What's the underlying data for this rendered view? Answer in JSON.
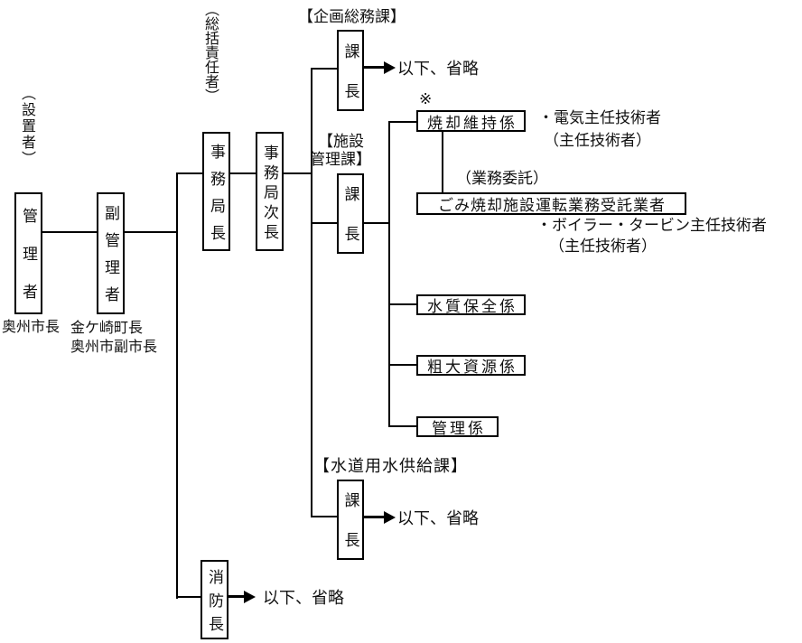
{
  "colors": {
    "background": "#ffffff",
    "line": "#000000",
    "text": "#111111"
  },
  "chart": {
    "installer_label": "（設置者）",
    "manager": {
      "title": "管理者",
      "holder": "奥州市長"
    },
    "deputy_manager": {
      "title": "副管理者",
      "holder1": "金ケ崎町長",
      "holder2": "奥州市副市長"
    },
    "overall_label": "（総括責任者）",
    "secretary_general": "事務局長",
    "deputy_secretary_general": "事務局次長",
    "fire_chief": {
      "title": "消防長",
      "omitted": "以下、省略"
    },
    "planning_section": {
      "heading": "【企画総務課】",
      "chief": "課長",
      "omitted": "以下、省略"
    },
    "facility_section": {
      "heading_line1": "【施設",
      "heading_line2": "管理課】",
      "chief": "課長"
    },
    "water_section": {
      "heading": "【水道用水供給課】",
      "chief": "課長",
      "omitted": "以下、省略"
    },
    "units": {
      "incineration": {
        "mark": "※",
        "name": "焼却維持係",
        "note1": "・電気主任技術者",
        "note2": "（主任技術者）"
      },
      "contractor": {
        "label": "（業務委託）",
        "name": "ごみ焼却施設運転業務受託業者",
        "note1": "・ボイラー・タービン主任技術者",
        "note2": "（主任技術者）"
      },
      "water_quality": "水質保全係",
      "bulky_resource": "粗大資源係",
      "administration": "管理係"
    }
  }
}
